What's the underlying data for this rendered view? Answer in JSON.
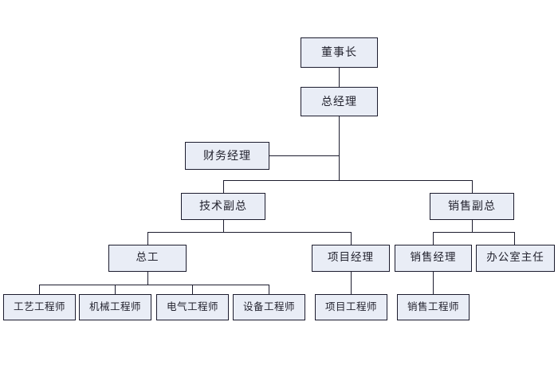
{
  "chart": {
    "type": "org-chart",
    "title": "",
    "background_color": "#ffffff",
    "node_fill_color": "#e9edf6",
    "node_border_color": "#1c1c2e",
    "connector_color": "#1c1c2e",
    "nodes": {
      "chairman": {
        "label": "董事长"
      },
      "general_manager": {
        "label": "总经理"
      },
      "finance_manager": {
        "label": "财务经理"
      },
      "vp_technology": {
        "label": "技术副总"
      },
      "vp_sales": {
        "label": "销售副总"
      },
      "chief_engineer": {
        "label": "总工"
      },
      "project_manager": {
        "label": "项目经理"
      },
      "sales_manager": {
        "label": "销售经理"
      },
      "office_director": {
        "label": "办公室主任"
      },
      "process_engineer": {
        "label": "工艺工程师"
      },
      "mechanical_engineer": {
        "label": "机械工程师"
      },
      "electrical_engineer": {
        "label": "电气工程师"
      },
      "equipment_engineer": {
        "label": "设备工程师"
      },
      "project_engineer": {
        "label": "项目工程师"
      },
      "sales_engineer": {
        "label": "销售工程师"
      }
    },
    "hierarchy": [
      {
        "id": "chairman",
        "level": 0,
        "parent": null
      },
      {
        "id": "general_manager",
        "level": 1,
        "parent": "chairman"
      },
      {
        "id": "finance_manager",
        "level": 2,
        "parent": "general_manager"
      },
      {
        "id": "vp_technology",
        "level": 2,
        "parent": "general_manager"
      },
      {
        "id": "vp_sales",
        "level": 2,
        "parent": "general_manager"
      },
      {
        "id": "chief_engineer",
        "level": 3,
        "parent": "vp_technology"
      },
      {
        "id": "project_manager",
        "level": 3,
        "parent": "vp_technology"
      },
      {
        "id": "sales_manager",
        "level": 3,
        "parent": "vp_sales"
      },
      {
        "id": "office_director",
        "level": 3,
        "parent": "vp_sales"
      },
      {
        "id": "process_engineer",
        "level": 4,
        "parent": "chief_engineer"
      },
      {
        "id": "mechanical_engineer",
        "level": 4,
        "parent": "chief_engineer"
      },
      {
        "id": "electrical_engineer",
        "level": 4,
        "parent": "chief_engineer"
      },
      {
        "id": "equipment_engineer",
        "level": 4,
        "parent": "chief_engineer"
      },
      {
        "id": "project_engineer",
        "level": 4,
        "parent": "project_manager"
      },
      {
        "id": "sales_engineer",
        "level": 4,
        "parent": "sales_manager"
      }
    ]
  }
}
